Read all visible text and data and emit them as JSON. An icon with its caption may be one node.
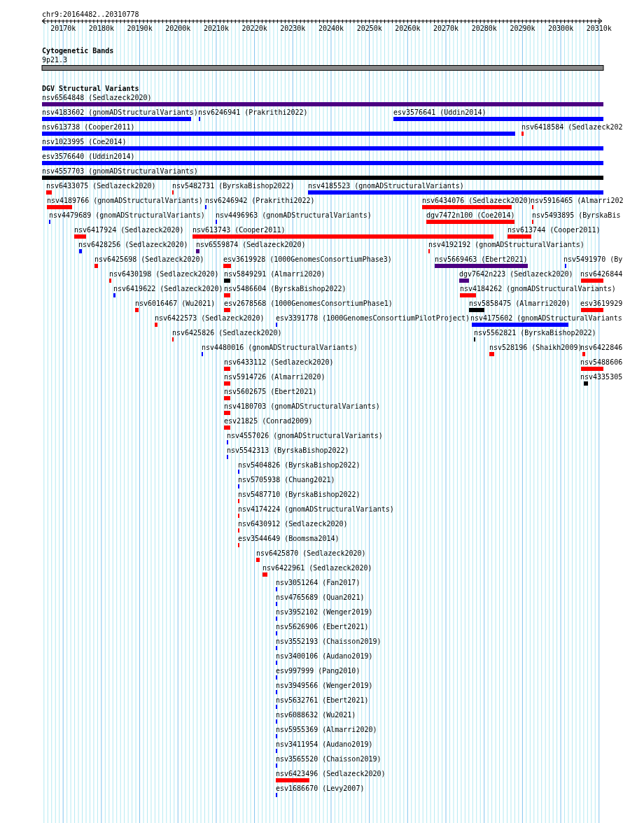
{
  "diagram": {
    "labels": [
      "chr9:20164482..20310778",
      "20170k",
      "20180k",
      "20190k",
      "20200k",
      "20210k",
      "20220k",
      "20230k",
      "20240k",
      "20250k",
      "20260k",
      "20270k",
      "20280k",
      "20290k",
      "20300k",
      "20310k",
      "Cytogenetic Bands",
      "9p21.3",
      "DGV Structural Variants",
      "nsv6564848 (Sedlazeck2020)",
      "nsv4183602 (gnomADStructuralVariants)",
      "nsv6246941 (Prakrithi2022)",
      "esv3576641 (Uddin2014)",
      "nsv613738 (Cooper2011)",
      "nsv6418584 (Sedlazeck202",
      "nsv1023995 (Coe2014)",
      "esv3576640 (Uddin2014)",
      "nsv4557703 (gnomADStructuralVariants)",
      "nsv6433075 (Sedlazeck2020)",
      "nsv5482731 (ByrskaBishop2022)",
      "nsv4185523 (gnomADStructuralVariants)",
      "nsv4189766 (gnomADStructuralVariants)",
      "nsv6246942 (Prakrithi2022)",
      "nsv6434076 (Sedlazeck2020)",
      "nsv5916465 (Almarri202",
      "nsv4479689 (gnomADStructuralVariants)",
      "nsv4496963 (gnomADStructuralVariants)",
      "dgv7472n100 (Coe2014)",
      "nsv5493895 (ByrskaBis",
      "nsv6417924 (Sedlazeck2020)",
      "nsv613743 (Cooper2011)",
      "nsv613744 (Cooper2011)",
      "nsv6428256 (Sedlazeck2020)",
      "nsv6559874 (Sedlazeck2020)",
      "nsv4192192 (gnomADStructuralVariants)",
      "nsv6425698 (Sedlazeck2020)",
      "esv3619928 (1000GenomesConsortiumPhase3)",
      "nsv5669463 (Ebert2021)",
      "nsv5491970 (By",
      "nsv6430198 (Sedlazeck2020)",
      "nsv5849291 (Almarri2020)",
      "dgv7642n223 (Sedlazeck2020)",
      "nsv6426844",
      "nsv6419622 (Sedlazeck2020)",
      "nsv5486604 (ByrskaBishop2022)",
      "nsv4184262 (gnomADStructuralVariants)",
      "nsv6016467 (Wu2021)",
      "esv2678568 (1000GenomesConsortiumPhase1)",
      "nsv5858475 (Almarri2020)",
      "esv3619929",
      "nsv6422573 (Sedlazeck2020)",
      "esv3391778 (1000GenomesConsortiumPilotProject)",
      "nsv4175602 (gnomADStructuralVariants",
      "nsv6425826 (Sedlazeck2020)",
      "nsv5562821 (ByrskaBishop2022)",
      "nsv4480016 (gnomADStructuralVariants)",
      "nsv528196 (Shaikh2009)",
      "nsv6422846",
      "nsv6433112 (Sedlazeck2020)",
      "nsv5488606",
      "nsv5914726 (Almarri2020)",
      "nsv4335305",
      "nsv5602675 (Ebert2021)",
      "nsv4180703 (gnomADStructuralVariants)",
      "esv21825 (Conrad2009)",
      "nsv4557026 (gnomADStructuralVariants)",
      "nsv5542313 (ByrskaBishop2022)",
      "nsv5404826 (ByrskaBishop2022)",
      "nsv5705938 (Chuang2021)",
      "nsv5487710 (ByrskaBishop2022)",
      "nsv4174224 (gnomADStructuralVariants)",
      "nsv6430912 (Sedlazeck2020)",
      "esv3544649 (Boomsma2014)",
      "nsv6425870 (Sedlazeck2020)",
      "nsv6422961 (Sedlazeck2020)",
      "nsv3051264 (Fan2017)",
      "nsv4765689 (Quan2021)",
      "nsv3952102 (Wenger2019)",
      "nsv5626906 (Ebert2021)",
      "nsv3552193 (Chaisson2019)",
      "nsv3400106 (Audano2019)",
      "esv997999 (Pang2010)",
      "nsv3949566 (Wenger2019)",
      "nsv5632761 (Ebert2021)",
      "nsv6088632 (Wu2021)",
      "nsv5955369 (Almarri2020)",
      "nsv3411954 (Audano2019)",
      "nsv3565520 (Chaisson2019)",
      "nsv6423496 (Sedlazeck2020)",
      "esv1686670 (Levy2007)"
    ]
  }
}
